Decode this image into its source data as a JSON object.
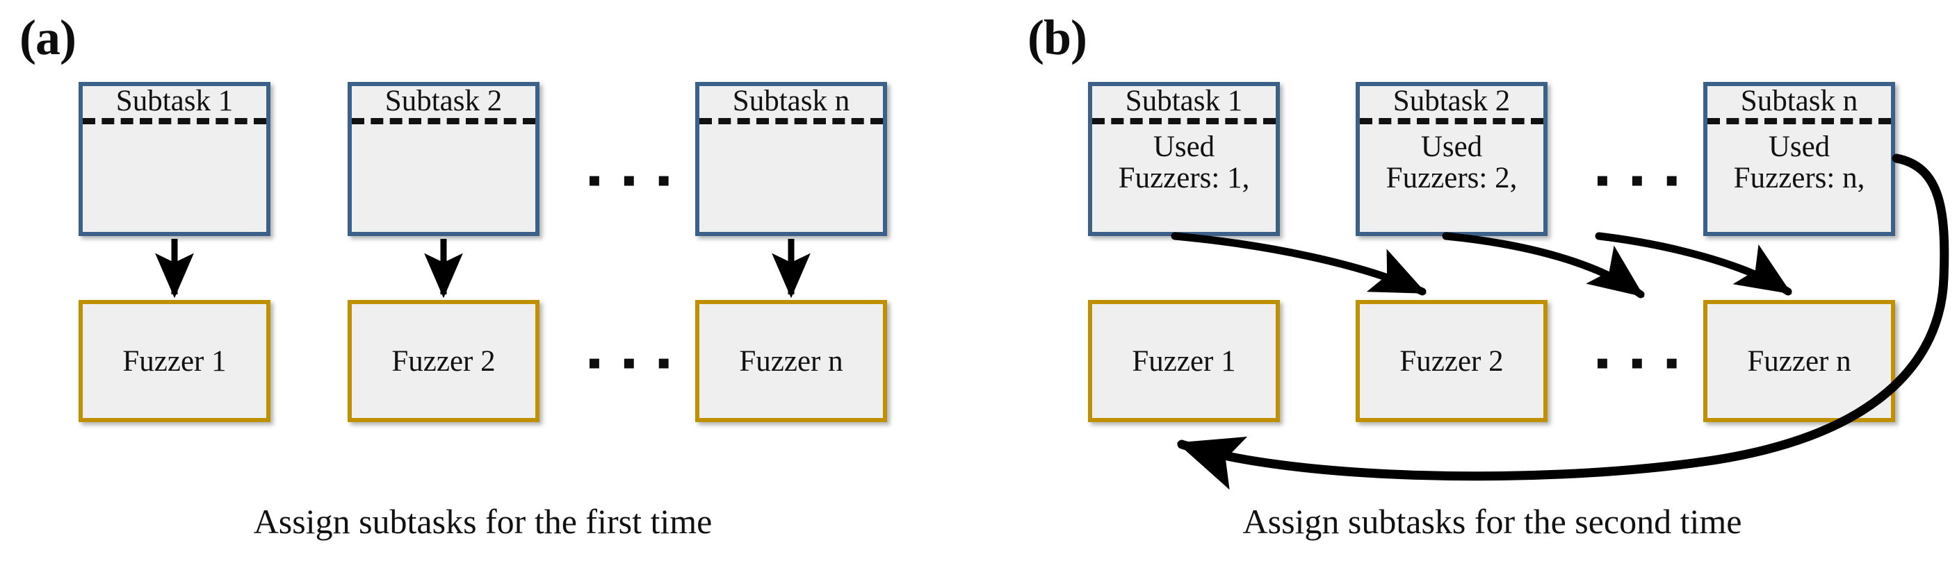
{
  "figure": {
    "panels": [
      {
        "letter": "(a)",
        "caption": "Assign subtasks for the first time",
        "subtasks": [
          {
            "title": "Subtask 1",
            "body": ""
          },
          {
            "title": "Subtask 2",
            "body": ""
          },
          {
            "title": "Subtask n",
            "body": ""
          }
        ],
        "fuzzers": [
          {
            "label": "Fuzzer 1"
          },
          {
            "label": "Fuzzer 2"
          },
          {
            "label": "Fuzzer n"
          }
        ],
        "ellipsis_top": "▪ ▪ ▪",
        "ellipsis_bottom": "▪ ▪ ▪"
      },
      {
        "letter": "(b)",
        "caption": "Assign subtasks for the second time",
        "subtasks": [
          {
            "title": "Subtask 1",
            "body": "Used\nFuzzers: 1,"
          },
          {
            "title": "Subtask 2",
            "body": "Used\nFuzzers: 2,"
          },
          {
            "title": "Subtask n",
            "body": "Used\nFuzzers: n,"
          }
        ],
        "fuzzers": [
          {
            "label": "Fuzzer 1"
          },
          {
            "label": "Fuzzer 2"
          },
          {
            "label": "Fuzzer n"
          }
        ],
        "ellipsis_top": "▪ ▪ ▪",
        "ellipsis_bottom": "▪ ▪ ▪"
      }
    ]
  },
  "colors": {
    "subtask_border": "#3c6189",
    "fuzzer_border": "#bf9000",
    "node_fill": "#efefef",
    "arrow": "#000000",
    "text": "#111111",
    "background": "#ffffff"
  }
}
